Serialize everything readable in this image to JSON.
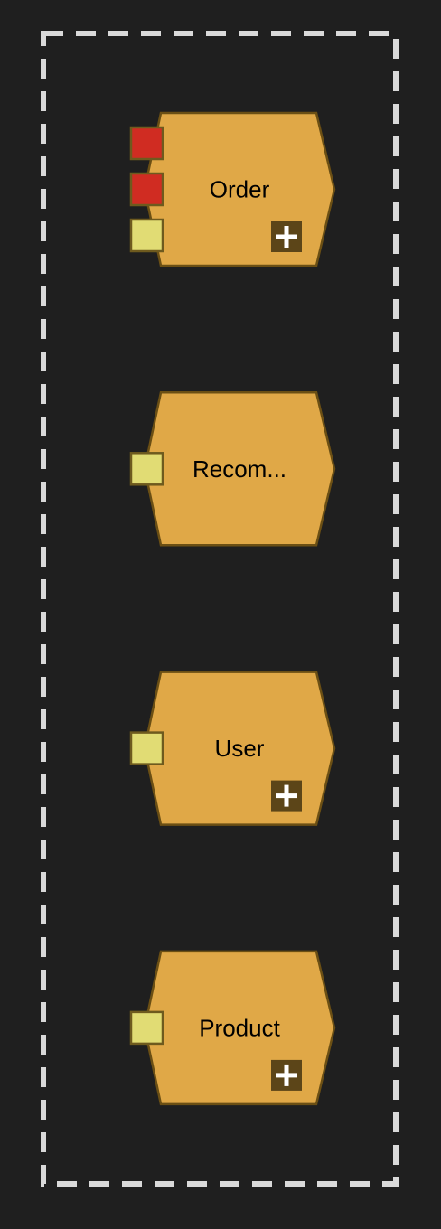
{
  "colors": {
    "background": "#1f1f1f",
    "boundary": "#d9d9d9",
    "node_fill": "#e0a847",
    "node_stroke": "#6b4f14",
    "port_red": "#d02c22",
    "port_yellow": "#e1dc74",
    "port_stroke": "#6e5a1e",
    "expand_bg": "#5c4518",
    "expand_icon": "#ffffff"
  },
  "diagram": {
    "nodes": [
      {
        "id": "order",
        "label": "Order",
        "ports": [
          "red",
          "red",
          "yellow"
        ],
        "expandable": true
      },
      {
        "id": "recommendation",
        "label": "Recom...",
        "ports": [
          "yellow"
        ],
        "expandable": false
      },
      {
        "id": "user",
        "label": "User",
        "ports": [
          "yellow"
        ],
        "expandable": true
      },
      {
        "id": "product",
        "label": "Product",
        "ports": [
          "yellow"
        ],
        "expandable": true
      }
    ]
  }
}
